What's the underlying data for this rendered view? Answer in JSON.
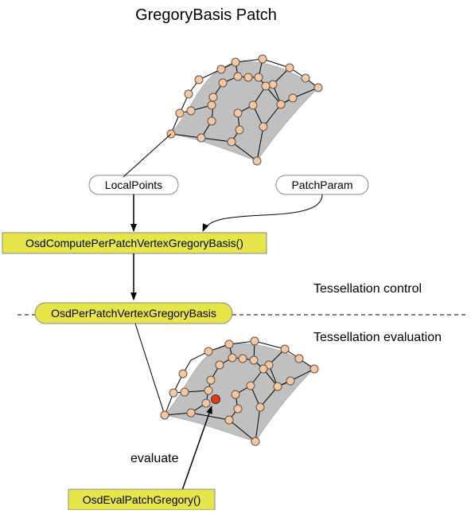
{
  "title": "GregoryBasis Patch",
  "inputs": {
    "local_points": "LocalPoints",
    "patch_param": "PatchParam"
  },
  "functions": {
    "compute": "OsdComputePerPatchVertexGregoryBasis()",
    "per_patch_vertex": "OsdPerPatchVertexGregoryBasis",
    "eval": "OsdEvalPatchGregory()"
  },
  "stages": {
    "control": "Tessellation control",
    "evaluation": "Tessellation evaluation"
  },
  "evaluate_label": "evaluate",
  "colors": {
    "patch_fill": "#c0c0c0",
    "control_point": "#fbc79a",
    "evaluated_point": "#e8380d",
    "function_box": "#e6e64a",
    "line": "#000000"
  }
}
